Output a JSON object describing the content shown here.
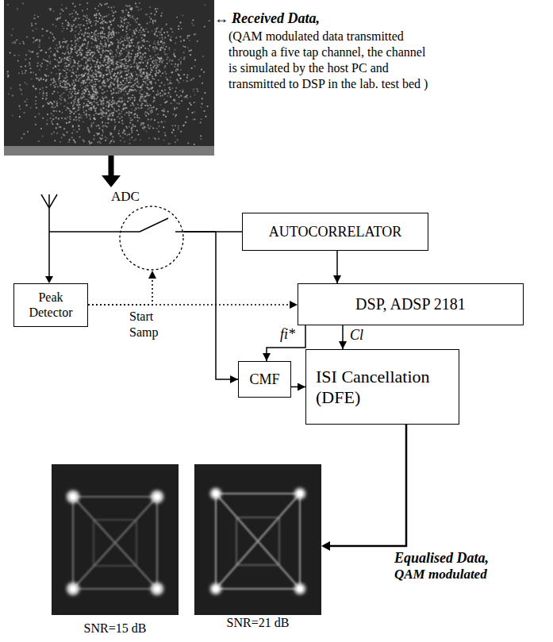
{
  "diagram": {
    "nodes": [
      {
        "text": [
          "ADC"
        ]
      },
      {
        "text": [
          "AUTOCORRELATOR"
        ]
      },
      {
        "text": [
          "Peak Detector"
        ]
      },
      {
        "text": [
          "DSP, ADSP 2181"
        ]
      },
      {
        "text": [
          "CMF"
        ]
      },
      {
        "text": [
          "ISI Cancellation (DFE)"
        ]
      }
    ],
    "edges": [
      {
        "from": 0,
        "to": 1,
        "arrow": "none"
      },
      {
        "from": 1,
        "to": 3,
        "arrow": "to"
      },
      {
        "from": 2,
        "to": 0,
        "arrow": "to"
      },
      {
        "from": 2,
        "to": 3,
        "arrow": "to"
      },
      {
        "from": 0,
        "to": 4,
        "arrow": "to"
      },
      {
        "from": 3,
        "to": 4,
        "label": "fi*",
        "arrow": "to"
      },
      {
        "from": 3,
        "to": 5,
        "label": "Cl",
        "arrow": "to"
      },
      {
        "from": 4,
        "to": 5,
        "arrow": "to"
      }
    ],
    "labels": [
      "↔",
      "Received Data,",
      "(QAM modulated data transmitted through a five tap channel, the channel is simulated by the host PC and transmitted to DSP in the lab. test bed )",
      "Start Samp",
      "Equalised Data,",
      "QAM modulated",
      "SNR=15 dB",
      "SNR=21 dB"
    ]
  }
}
